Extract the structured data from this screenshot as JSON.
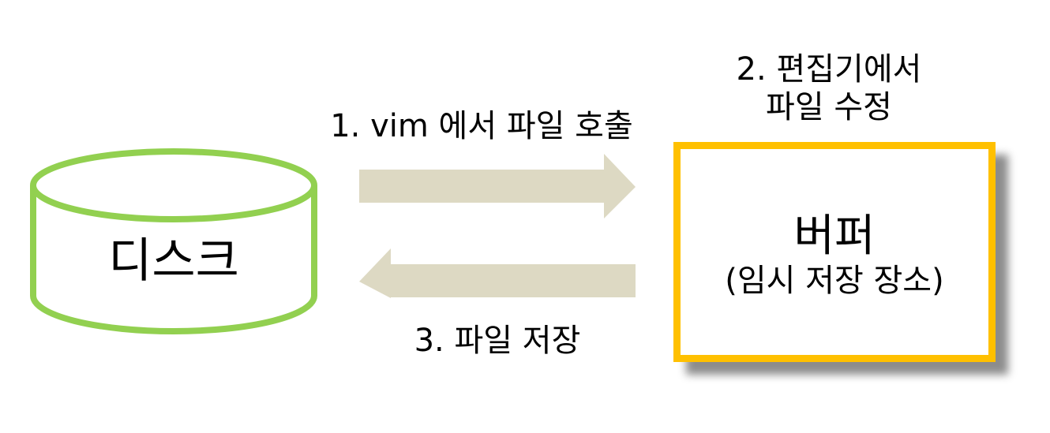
{
  "disk": {
    "label": "디스크",
    "outline_color": "#92d050"
  },
  "buffer": {
    "title": "버퍼",
    "subtitle": "(임시 저장 장소)",
    "border_color": "#ffc000"
  },
  "steps": {
    "step1": "1. vim 에서 파일 호출",
    "step2_line1": "2. 편집기에서",
    "step2_line2": "파일 수정",
    "step3": "3. 파일 저장"
  },
  "arrows": {
    "color": "#ddd9c3",
    "to_buffer": "right",
    "to_disk": "left"
  }
}
